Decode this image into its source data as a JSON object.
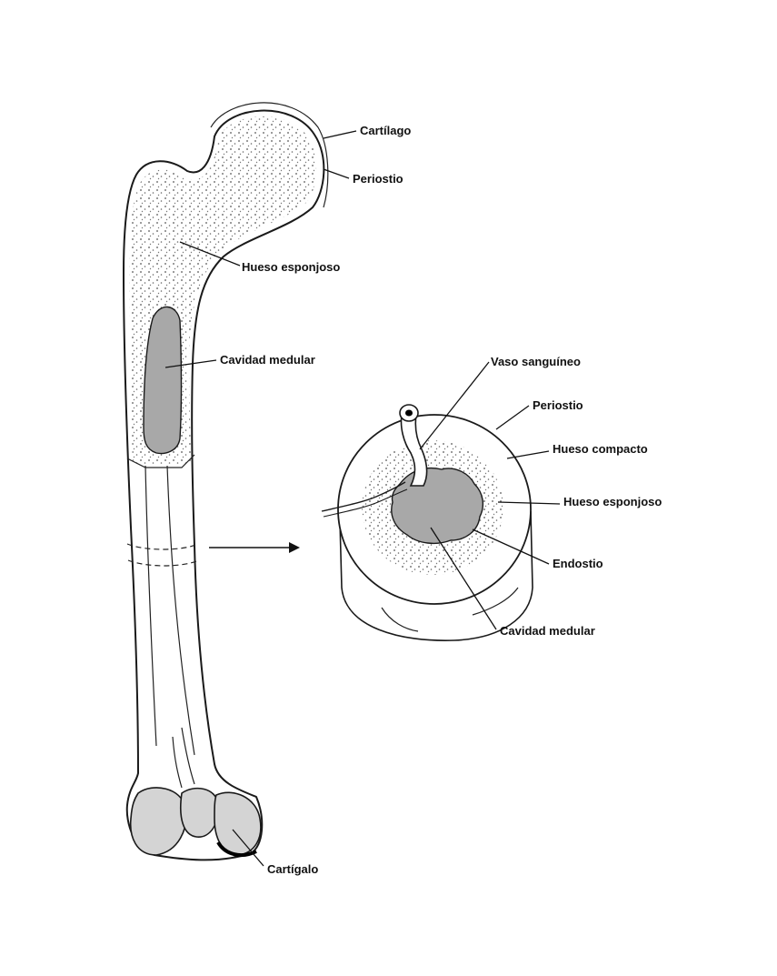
{
  "labels": {
    "cartilago_top": "Cartílago",
    "periostio_top": "Periostio",
    "hueso_esponjoso_top": "Hueso esponjoso",
    "cavidad_medular_top": "Cavidad medular",
    "vaso_sanguineo": "Vaso sanguíneo",
    "periostio_cross": "Periostio",
    "hueso_compacto": "Hueso compacto",
    "hueso_esponjoso_cross": "Hueso esponjoso",
    "endostio": "Endostio",
    "cavidad_medular_cross": "Cavidad medular",
    "cartigalo_bottom": "Cartígalo"
  },
  "colors": {
    "ink": "#1a1a1a",
    "marrow": "#a8a8a8",
    "condyle": "#d4d4d4",
    "background": "#ffffff"
  }
}
